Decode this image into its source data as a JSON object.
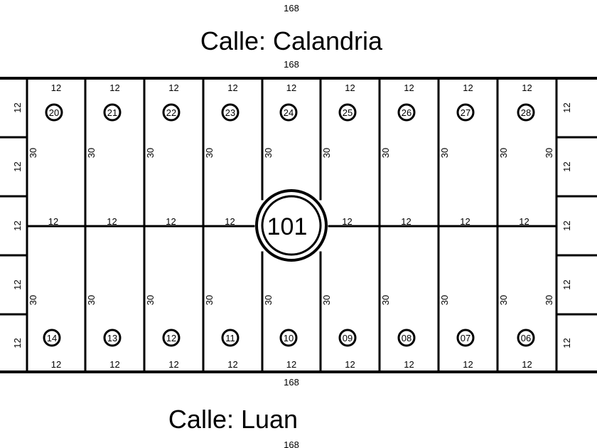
{
  "plan": {
    "top_street": {
      "name": "Calle: Calandria",
      "length_above": "168",
      "length_below": "168"
    },
    "bottom_street": {
      "name": "Calle: Luan",
      "length_above": "168",
      "length_below": "168"
    },
    "block_number": "101",
    "lot_frontage": "12",
    "lot_depth": "30",
    "side_lot_frontage": "12",
    "top_row_lots": [
      "20",
      "21",
      "22",
      "23",
      "24",
      "25",
      "26",
      "27",
      "28"
    ],
    "bottom_row_lots": [
      "14",
      "13",
      "12",
      "11",
      "10",
      "09",
      "08",
      "07",
      "06"
    ],
    "left_side_lots": 5,
    "right_side_lots": 5
  }
}
